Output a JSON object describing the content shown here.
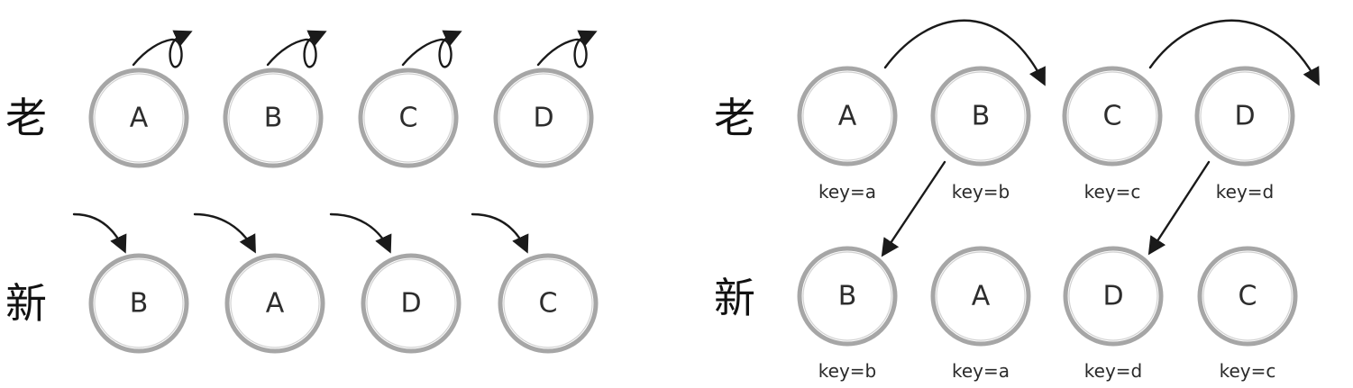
{
  "left_panel": {
    "old_label": "老",
    "new_label": "新",
    "old_nodes": [
      "A",
      "B",
      "C",
      "D"
    ],
    "new_nodes": [
      "B",
      "A",
      "D",
      "C"
    ]
  },
  "right_panel": {
    "old_label": "老",
    "new_label": "新",
    "old_nodes": [
      {
        "label": "A",
        "key": "key=a"
      },
      {
        "label": "B",
        "key": "key=b"
      },
      {
        "label": "C",
        "key": "key=c"
      },
      {
        "label": "D",
        "key": "key=d"
      }
    ],
    "new_nodes": [
      {
        "label": "B",
        "key": "key=b"
      },
      {
        "label": "A",
        "key": "key=a"
      },
      {
        "label": "D",
        "key": "key=d"
      },
      {
        "label": "C",
        "key": "key=c"
      }
    ]
  },
  "colors": {
    "circle_stroke": "#a6a6a6",
    "arrow": "#1a1a1a",
    "text": "#2d2d2d"
  }
}
